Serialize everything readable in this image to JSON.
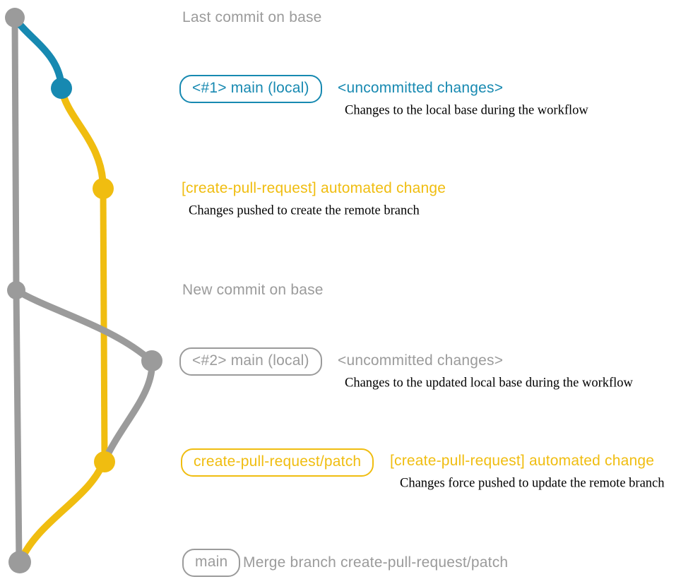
{
  "colors": {
    "base_branch_gray": "#9B9B9B",
    "local_changes_blue": "#1789B1",
    "patch_branch_yellow": "#F0BD10",
    "annotation_black": "#000000"
  },
  "graph": {
    "nodes": [
      "last-commit-on-base",
      "local-main-uncommitted-1",
      "automated-change-commit-1",
      "new-commit-on-base",
      "local-main-uncommitted-2",
      "automated-change-commit-2",
      "merge-commit"
    ]
  },
  "rows": {
    "last_commit": {
      "text": "Last commit on base"
    },
    "local_main_1": {
      "badge": "<#1> main (local)",
      "status": "<uncommitted changes>",
      "note": "Changes to the local base during the workflow"
    },
    "automated_change_1": {
      "title": "[create-pull-request] automated change",
      "note": "Changes pushed to create the remote branch"
    },
    "new_commit": {
      "text": "New commit on base"
    },
    "local_main_2": {
      "badge": "<#2> main (local)",
      "status": "<uncommitted changes>",
      "note": "Changes to the updated local base during the workflow"
    },
    "patch_branch": {
      "badge": "create-pull-request/patch",
      "title": "[create-pull-request] automated change",
      "note": "Changes force pushed to update the remote branch"
    },
    "merge": {
      "badge": "main",
      "text": "Merge branch create-pull-request/patch"
    }
  }
}
